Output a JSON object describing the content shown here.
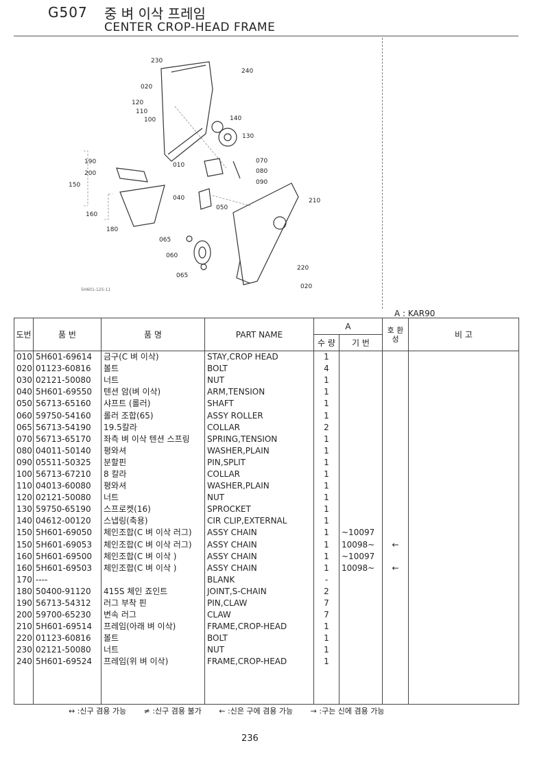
{
  "header": {
    "code": "G507",
    "title_ko": "중 벼 이삭 프레임",
    "title_en": "CENTER CROP-HEAD FRAME"
  },
  "diagram": {
    "code": "5H601-125-11",
    "labels": [
      "230",
      "240",
      "020",
      "120",
      "110",
      "100",
      "140",
      "130",
      "190",
      "200",
      "150",
      "010",
      "070",
      "080",
      "090",
      "210",
      "040",
      "050",
      "160",
      "180",
      "065",
      "060",
      "065",
      "220",
      "020"
    ]
  },
  "model": "A : KAR90",
  "table": {
    "headers": {
      "no": "도번",
      "part_no": "품 번",
      "name_ko": "품 명",
      "part_name": "PART NAME",
      "group_a": "A",
      "qty": "수 량",
      "serial": "기 번",
      "interchange": "호 환 성",
      "remarks": "비 고"
    },
    "rows": [
      {
        "no": "010",
        "part": "5H601-69614",
        "ko": "금구(C 벼 이삭)",
        "en": "STAY,CROP HEAD",
        "qty": "1",
        "serial": "",
        "ic": ""
      },
      {
        "no": "020",
        "part": "01123-60816",
        "ko": "볼트",
        "en": "BOLT",
        "qty": "4",
        "serial": "",
        "ic": ""
      },
      {
        "no": "030",
        "part": "02121-50080",
        "ko": "너트",
        "en": "NUT",
        "qty": "1",
        "serial": "",
        "ic": ""
      },
      {
        "no": "040",
        "part": "5H601-69550",
        "ko": "텐션 암(벼 이삭)",
        "en": "ARM,TENSION",
        "qty": "1",
        "serial": "",
        "ic": ""
      },
      {
        "no": "050",
        "part": "56713-65160",
        "ko": "샤프트 (롤러)",
        "en": "SHAFT",
        "qty": "1",
        "serial": "",
        "ic": ""
      },
      {
        "no": "060",
        "part": "59750-54160",
        "ko": "롤러 조합(65)",
        "en": "ASSY ROLLER",
        "qty": "1",
        "serial": "",
        "ic": ""
      },
      {
        "no": "065",
        "part": "56713-54190",
        "ko": "19.5칼라",
        "en": "COLLAR",
        "qty": "2",
        "serial": "",
        "ic": ""
      },
      {
        "no": "070",
        "part": "56713-65170",
        "ko": "좌측 벼 이삭 텐션 스프링",
        "en": "SPRING,TENSION",
        "qty": "1",
        "serial": "",
        "ic": ""
      },
      {
        "no": "080",
        "part": "04011-50140",
        "ko": "평와셔",
        "en": "WASHER,PLAIN",
        "qty": "1",
        "serial": "",
        "ic": ""
      },
      {
        "no": "090",
        "part": "05511-50325",
        "ko": "분할핀",
        "en": "PIN,SPLIT",
        "qty": "1",
        "serial": "",
        "ic": ""
      },
      {
        "no": "100",
        "part": "56713-67210",
        "ko": "8 칼라",
        "en": "COLLAR",
        "qty": "1",
        "serial": "",
        "ic": ""
      },
      {
        "no": "110",
        "part": "04013-60080",
        "ko": "평와셔",
        "en": "WASHER,PLAIN",
        "qty": "1",
        "serial": "",
        "ic": ""
      },
      {
        "no": "120",
        "part": "02121-50080",
        "ko": "너트",
        "en": "NUT",
        "qty": "1",
        "serial": "",
        "ic": ""
      },
      {
        "no": "130",
        "part": "59750-65190",
        "ko": "스프로켓(16)",
        "en": "SPROCKET",
        "qty": "1",
        "serial": "",
        "ic": ""
      },
      {
        "no": "140",
        "part": "04612-00120",
        "ko": "스냅링(축용)",
        "en": "CIR CLIP,EXTERNAL",
        "qty": "1",
        "serial": "",
        "ic": ""
      },
      {
        "no": "150",
        "part": "5H601-69050",
        "ko": "체인조합(C 벼 이삭 러그)",
        "en": "ASSY CHAIN",
        "qty": "1",
        "serial": "~10097",
        "ic": ""
      },
      {
        "no": "150",
        "part": "5H601-69053",
        "ko": "체인조합(C 벼 이삭 러그)",
        "en": "ASSY CHAIN",
        "qty": "1",
        "serial": "10098~",
        "ic": "←"
      },
      {
        "no": "160",
        "part": "5H601-69500",
        "ko": "체인조합(C 벼 이삭 )",
        "en": "ASSY CHAIN",
        "qty": "1",
        "serial": "~10097",
        "ic": ""
      },
      {
        "no": "160",
        "part": "5H601-69503",
        "ko": "체인조합(C 벼 이삭 )",
        "en": "ASSY CHAIN",
        "qty": "1",
        "serial": "10098~",
        "ic": "←"
      },
      {
        "no": "170",
        "part": "----",
        "ko": "",
        "en": "BLANK",
        "qty": "-",
        "serial": "",
        "ic": ""
      },
      {
        "no": "180",
        "part": "50400-91120",
        "ko": "415S 체인 죠인트",
        "en": "JOINT,S-CHAIN",
        "qty": "2",
        "serial": "",
        "ic": ""
      },
      {
        "no": "190",
        "part": "56713-54312",
        "ko": "러그 부착 핀",
        "en": "PIN,CLAW",
        "qty": "7",
        "serial": "",
        "ic": ""
      },
      {
        "no": "200",
        "part": "59700-65230",
        "ko": "변속 러그",
        "en": "CLAW",
        "qty": "7",
        "serial": "",
        "ic": ""
      },
      {
        "no": "210",
        "part": "5H601-69514",
        "ko": "프레임(아래 벼 이삭)",
        "en": "FRAME,CROP-HEAD",
        "qty": "1",
        "serial": "",
        "ic": ""
      },
      {
        "no": "220",
        "part": "01123-60816",
        "ko": "볼트",
        "en": "BOLT",
        "qty": "1",
        "serial": "",
        "ic": ""
      },
      {
        "no": "230",
        "part": "02121-50080",
        "ko": "너트",
        "en": "NUT",
        "qty": "1",
        "serial": "",
        "ic": ""
      },
      {
        "no": "240",
        "part": "5H601-69524",
        "ko": "프레임(위 벼 이삭)",
        "en": "FRAME,CROP-HEAD",
        "qty": "1",
        "serial": "",
        "ic": ""
      }
    ]
  },
  "legend": [
    "↔ :신구 겸용 가능",
    "≠ :신구 겸용 불가",
    "← :신은 구에 겸용 가능",
    "→ :구는 신에 겸용 가능"
  ],
  "page_number": "236"
}
